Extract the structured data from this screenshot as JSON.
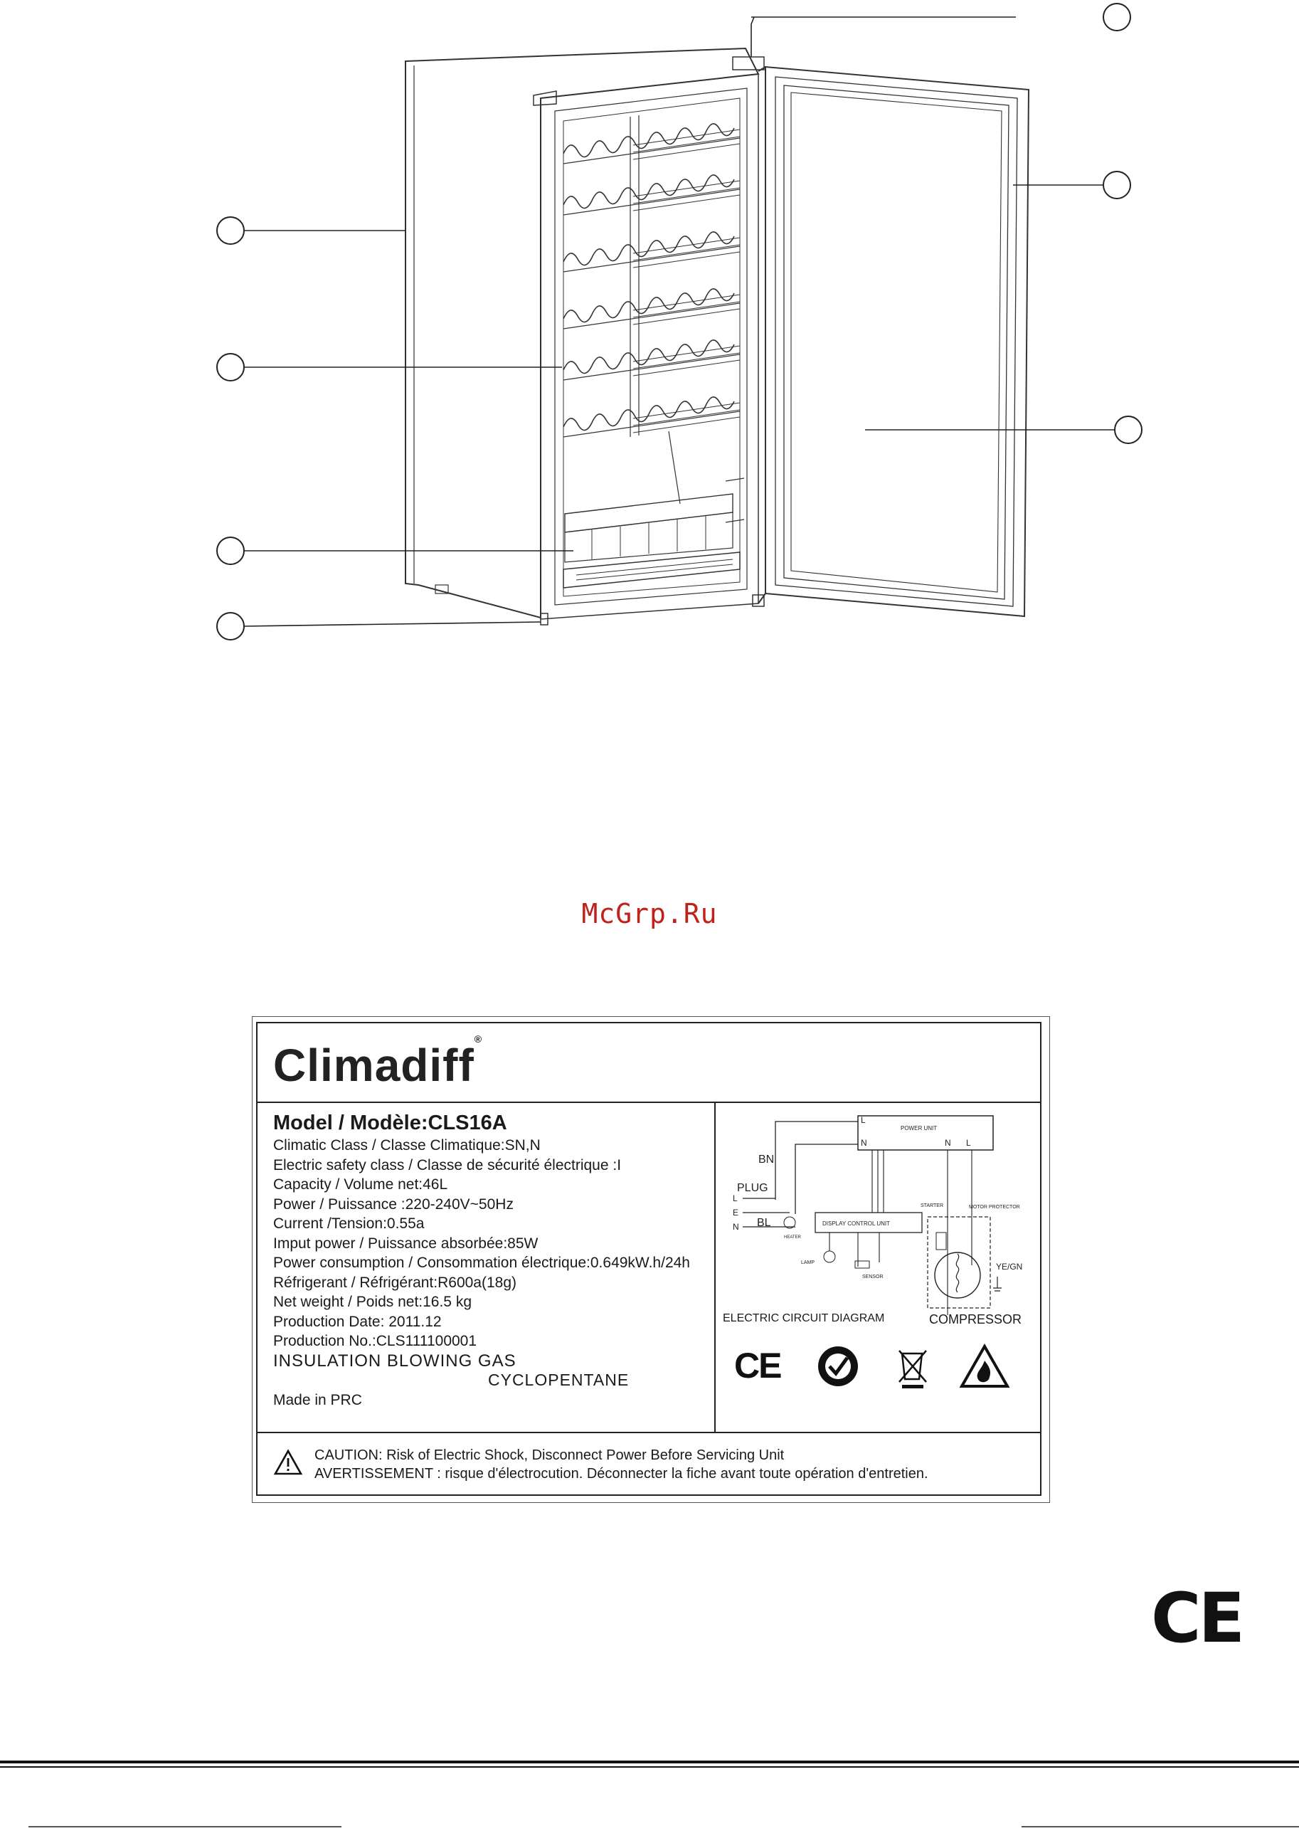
{
  "watermark": "McGrp.Ru",
  "label": {
    "brand": "Climadiff",
    "brand_mark": "®",
    "specs": {
      "model": "Model / Modèle:CLS16A",
      "climatic_class": "Climatic Class / Classe Climatique:SN,N",
      "safety_class": "Electric safety class / Classe de sécurité électrique :I",
      "capacity": "Capacity / Volume net:46L",
      "power": "Power / Puissance :220-240V~50Hz",
      "current": "Current /Tension:0.55a",
      "input_power": "Imput power / Puissance absorbée:85W",
      "consumption": "Power consumption / Consommation électrique:0.649kW.h/24h",
      "refrigerant": "Réfrigerant / Réfrigérant:R600a(18g)",
      "net_weight": "Net weight / Poids net:16.5 kg",
      "production_date": "Production Date: 2011.12",
      "production_no": "Production No.:CLS111100001",
      "insulation": "INSULATION BLOWING GAS",
      "insulation_gas": "CYCLOPENTANE",
      "made_in": "Made in PRC"
    },
    "circuit": {
      "title": "ELECTRIC CIRCUIT DIAGRAM",
      "compressor": "COMPRESSOR",
      "power_unit": "POWER UNIT",
      "bn": "BN",
      "bl": "BL",
      "plug": "PLUG",
      "plug_l": "L",
      "plug_e": "E",
      "plug_n": "N",
      "n": "N",
      "l": "L",
      "display_control": "DISPLAY CONTROL UNIT",
      "lamp": "LAMP",
      "sensor": "SENSOR",
      "starter": "STARTER",
      "motor_protector": "MOTOR PROTECTOR",
      "ye_gn": "YE/GN",
      "heater": "HEATER"
    },
    "symbols": [
      "ce-mark",
      "conformity-check",
      "weee-crossed-bin",
      "flammable-warning"
    ],
    "ce_mark_text": "CE",
    "caution_en": "CAUTION: Risk of Electric Shock, Disconnect Power Before Servicing Unit",
    "caution_fr": "AVERTISSEMENT : risque d'électrocution. Déconnecter la fiche avant toute opération d'entretien."
  },
  "footer_ce": "CE"
}
